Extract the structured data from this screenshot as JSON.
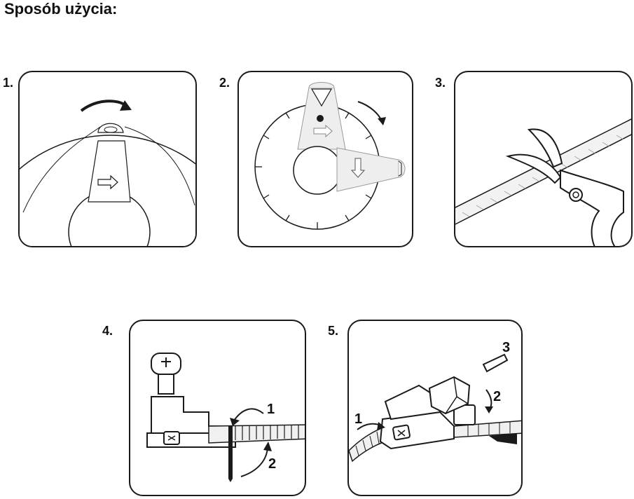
{
  "title": "Sposób użycia:",
  "steps": [
    {
      "number": "1."
    },
    {
      "number": "2."
    },
    {
      "number": "3."
    },
    {
      "number": "4.",
      "callouts": [
        "1",
        "2"
      ]
    },
    {
      "number": "5.",
      "callouts": [
        "1",
        "2",
        "3"
      ]
    }
  ]
}
